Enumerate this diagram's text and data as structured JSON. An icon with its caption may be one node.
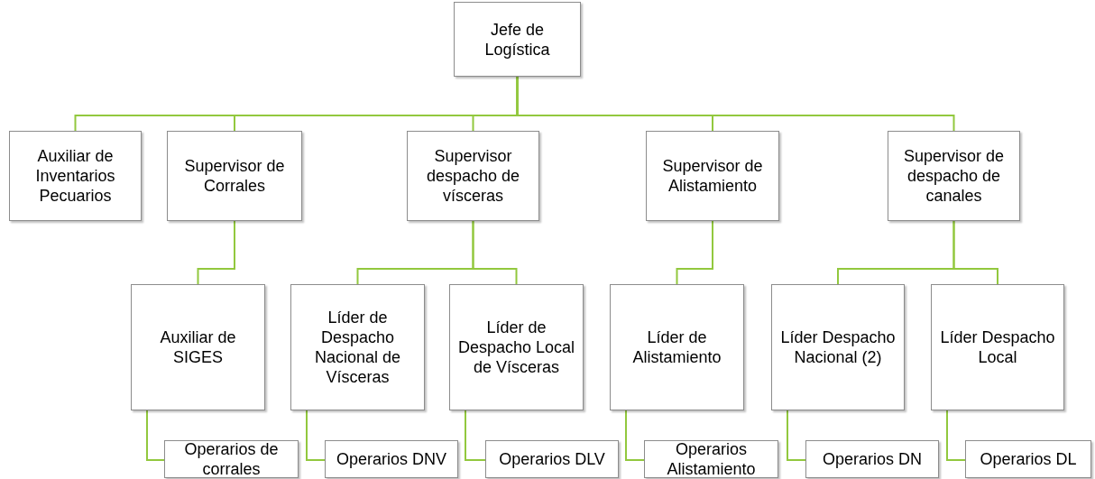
{
  "diagram": {
    "nodes": [
      {
        "text": [
          "Jefe de Logística"
        ]
      },
      {
        "text": [
          "Auxiliar de Inventarios Pecuarios"
        ]
      },
      {
        "text": [
          "Supervisor de Corrales"
        ]
      },
      {
        "text": [
          "Supervisor despacho de vísceras"
        ]
      },
      {
        "text": [
          "Supervisor de Alistamiento"
        ]
      },
      {
        "text": [
          "Supervisor de despacho de canales"
        ]
      },
      {
        "text": [
          "Auxiliar de SIGES"
        ]
      },
      {
        "text": [
          "Líder de Despacho Nacional de Vísceras"
        ]
      },
      {
        "text": [
          "Líder de Despacho Local de Vísceras"
        ]
      },
      {
        "text": [
          "Líder de Alistamiento"
        ]
      },
      {
        "text": [
          "Líder Despacho Nacional (2)"
        ]
      },
      {
        "text": [
          "Líder Despacho Local"
        ]
      },
      {
        "text": [
          "Operarios de corrales"
        ]
      },
      {
        "text": [
          "Operarios DNV"
        ]
      },
      {
        "text": [
          "Operarios DLV"
        ]
      },
      {
        "text": [
          "Operarios Alistamiento"
        ]
      },
      {
        "text": [
          "Operarios DN"
        ]
      },
      {
        "text": [
          "Operarios DL"
        ]
      }
    ],
    "edges": [
      {
        "from": 0,
        "to": 1,
        "arrow": "none"
      },
      {
        "from": 0,
        "to": 2,
        "arrow": "none"
      },
      {
        "from": 0,
        "to": 3,
        "arrow": "none"
      },
      {
        "from": 0,
        "to": 4,
        "arrow": "none"
      },
      {
        "from": 0,
        "to": 5,
        "arrow": "none"
      },
      {
        "from": 2,
        "to": 6,
        "arrow": "none"
      },
      {
        "from": 3,
        "to": 7,
        "arrow": "none"
      },
      {
        "from": 3,
        "to": 8,
        "arrow": "none"
      },
      {
        "from": 4,
        "to": 9,
        "arrow": "none"
      },
      {
        "from": 5,
        "to": 10,
        "arrow": "none"
      },
      {
        "from": 5,
        "to": 11,
        "arrow": "none"
      },
      {
        "from": 6,
        "to": 12,
        "arrow": "none"
      },
      {
        "from": 7,
        "to": 13,
        "arrow": "none"
      },
      {
        "from": 8,
        "to": 14,
        "arrow": "none"
      },
      {
        "from": 9,
        "to": 15,
        "arrow": "none"
      },
      {
        "from": 10,
        "to": 16,
        "arrow": "none"
      },
      {
        "from": 11,
        "to": 17,
        "arrow": "none"
      }
    ]
  }
}
